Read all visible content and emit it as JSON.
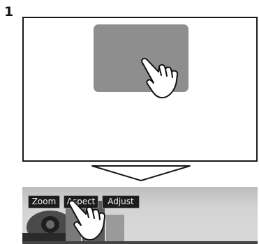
{
  "step": {
    "number": "1"
  },
  "icons": {
    "touch": "pointing-hand-icon",
    "transition": "down-arrow-icon"
  },
  "colors": {
    "touch_area": "#8e8e8e",
    "button_bg": "#1c1c1c"
  },
  "menu": {
    "buttons": [
      {
        "label": "Zoom"
      },
      {
        "label": "Aspect"
      },
      {
        "label": "Adjust"
      }
    ]
  }
}
